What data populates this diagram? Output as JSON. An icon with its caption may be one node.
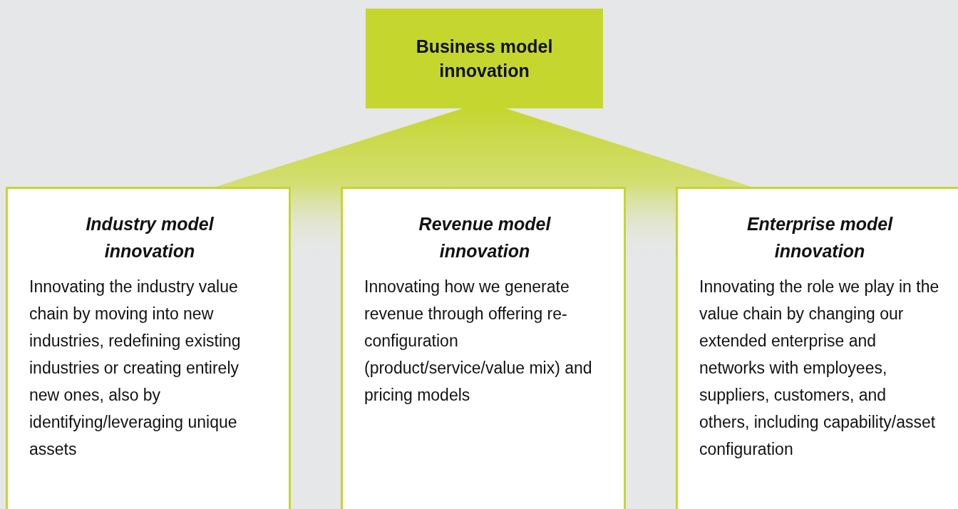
{
  "diagram": {
    "nodes": [
      {
        "text": [
          "Business model innovation"
        ]
      },
      {
        "text": [
          "Industry model innovation",
          "Innovating the industry value chain by moving into new industries, redefining existing industries or creating entirely new ones, also by identifying/leveraging unique assets"
        ]
      },
      {
        "text": [
          "Revenue model innovation",
          "Innovating how we generate revenue through offering re-configuration (product/service/value mix) and pricing models"
        ]
      },
      {
        "text": [
          "Enterprise model innovation",
          "Innovating the role we play in the value chain by changing our extended enterprise and networks with employees, suppliers, customers, and others, including capability/asset configuration"
        ]
      }
    ],
    "edges": [
      {
        "from": 0,
        "to": 1,
        "arrow": "none"
      },
      {
        "from": 0,
        "to": 2,
        "arrow": "none"
      },
      {
        "from": 0,
        "to": 3,
        "arrow": "none"
      }
    ]
  }
}
